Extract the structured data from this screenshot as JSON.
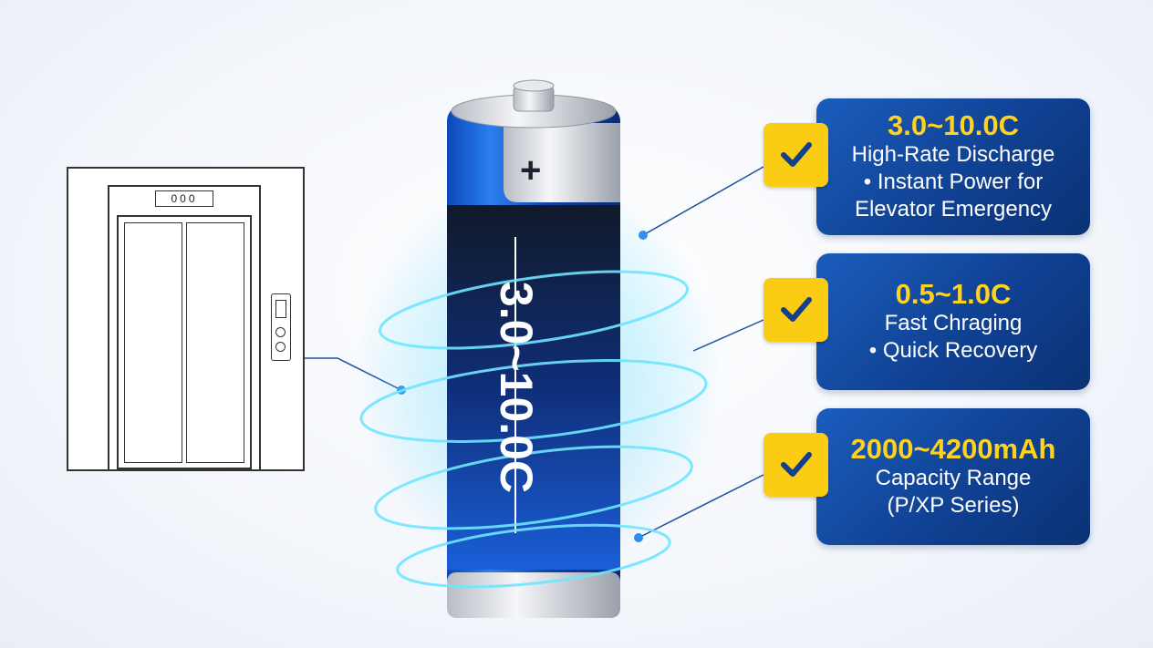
{
  "elevator": {
    "display": "000"
  },
  "battery": {
    "plus_sign": "+",
    "label": "3.0~10.0C"
  },
  "features": [
    {
      "headline": "3.0~10.0C",
      "lines": [
        "High-Rate Discharge",
        "• Instant Power for",
        "Elevator Emergency"
      ],
      "icon": "check-icon"
    },
    {
      "headline": "0.5~1.0C",
      "lines": [
        "Fast Chraging",
        "• Quick Recovery"
      ],
      "icon": "check-icon"
    },
    {
      "headline": "2000~4200mAh",
      "lines": [
        "Capacity Range",
        "(P/XP Series)"
      ],
      "icon": "check-icon"
    }
  ],
  "colors": {
    "card_blue": "#1553ad",
    "accent_yellow": "#fbcc14",
    "battery_blue": "#1f6fe0",
    "glow": "#4fd2ff"
  }
}
